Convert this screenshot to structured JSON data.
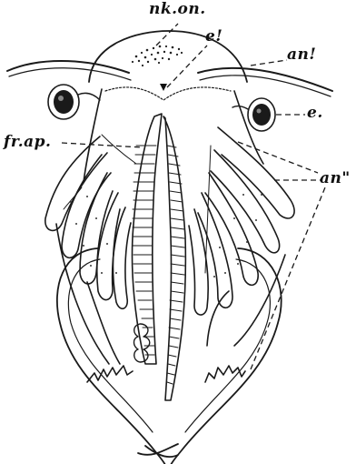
{
  "labels": {
    "nk_on": "nk.on.",
    "e1": "e!",
    "an1": "an!",
    "e": "e.",
    "fr_ap": "fr.ap.",
    "an2": "an\""
  }
}
